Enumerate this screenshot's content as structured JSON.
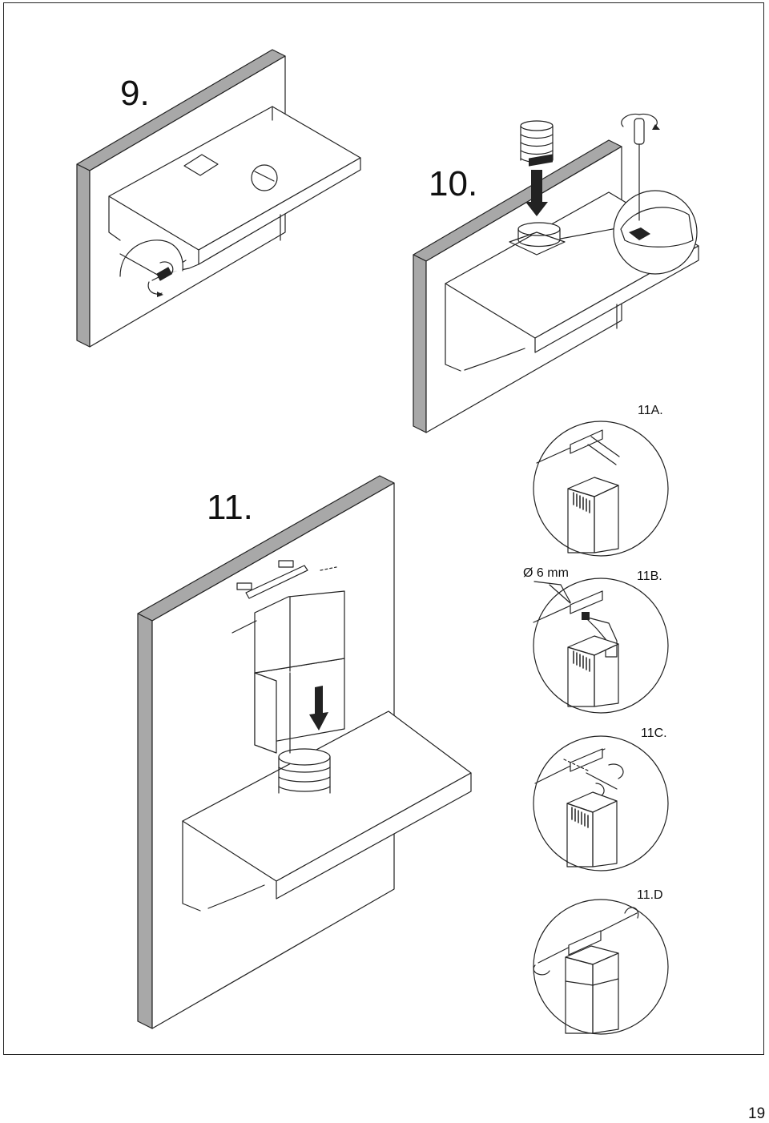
{
  "steps": {
    "s9": "9.",
    "s10": "10.",
    "s11": "11.",
    "s11a": "11A.",
    "s11b": "11B.",
    "s11c": "11C.",
    "s11d": "11.D"
  },
  "drill_spec": "Ø 6 mm",
  "page_number": "19"
}
